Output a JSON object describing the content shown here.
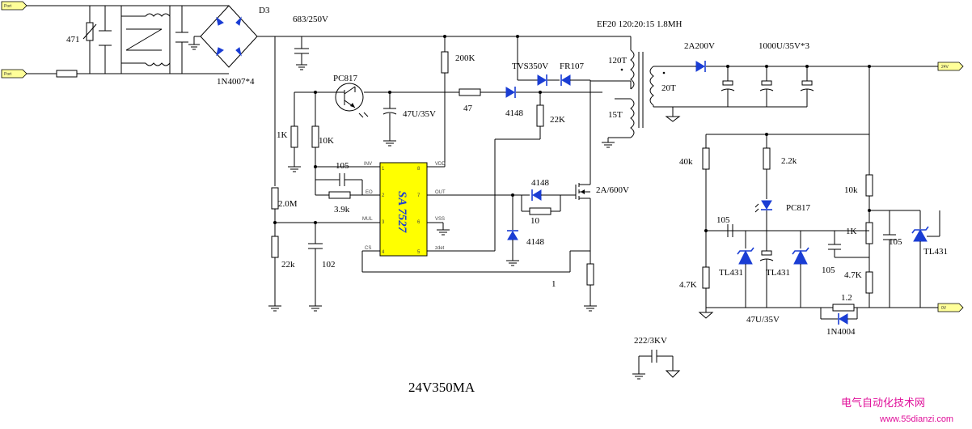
{
  "ports": {
    "ac_in_1": "Port",
    "ac_in_2": "Port",
    "out_pos": "24V",
    "out_neg": "0V"
  },
  "labels": {
    "varistor": "471",
    "bridge_ref": "D3",
    "bridge_part": "1N4007*4",
    "input_cap": "683/250V",
    "transformer": "EF20  120:20:15  1.8MH",
    "primary_turns": "120T",
    "secondary_turns": "20T",
    "aux_turns": "15T",
    "out_diode": "2A200V",
    "out_caps": "1000U/35V*3",
    "r_200k": "200K",
    "tvs": "TVS350V",
    "fr107": "FR107",
    "pc817_top": "PC817",
    "cap_47u_top": "47U/35V",
    "r_47": "47",
    "d_4148_a": "4148",
    "r_22k_top": "22K",
    "r_1k_left": "1K",
    "r_10k_left": "10K",
    "cap_105_left": "105",
    "r_3_9k": "3.9k",
    "r_2_0m": "2.0M",
    "r_22k_left": "22k",
    "cap_102": "102",
    "d_4148_b": "4148",
    "r_10": "10",
    "d_4148_c": "4148",
    "mosfet": "2A/600V",
    "r_1": "1",
    "r_40k": "40k",
    "r_2_2k": "2.2k",
    "pc817_right": "PC817",
    "r_10k_right": "10k",
    "cap_105_a": "105",
    "cap_105_b": "105",
    "cap_105_c": "105",
    "tl431_a": "TL431",
    "tl431_b": "TL431",
    "tl431_c": "TL431",
    "r_1k_right": "1K",
    "r_4_7k_left": "4.7K",
    "r_4_7k_right": "4.7K",
    "cap_47u_right": "47U/35V",
    "r_1_2": "1.2",
    "d_1n4004": "1N4004",
    "y_cap": "222/3KV"
  },
  "ic": {
    "name": "SA 7527",
    "pins": {
      "p1": "INV",
      "p2": "EO",
      "p3": "MUL",
      "p4": "CS",
      "p5": "zdet",
      "p6": "VSS",
      "p7": "OUT",
      "p8": "VDD"
    },
    "pin_numbers": {
      "n1": "1",
      "n2": "2",
      "n3": "3",
      "n4": "4",
      "n5": "5",
      "n6": "6",
      "n7": "7",
      "n8": "8"
    }
  },
  "title": "24V350MA",
  "watermark": {
    "cn": "电气自动化技术网",
    "url": "www.55dianzi.com"
  }
}
